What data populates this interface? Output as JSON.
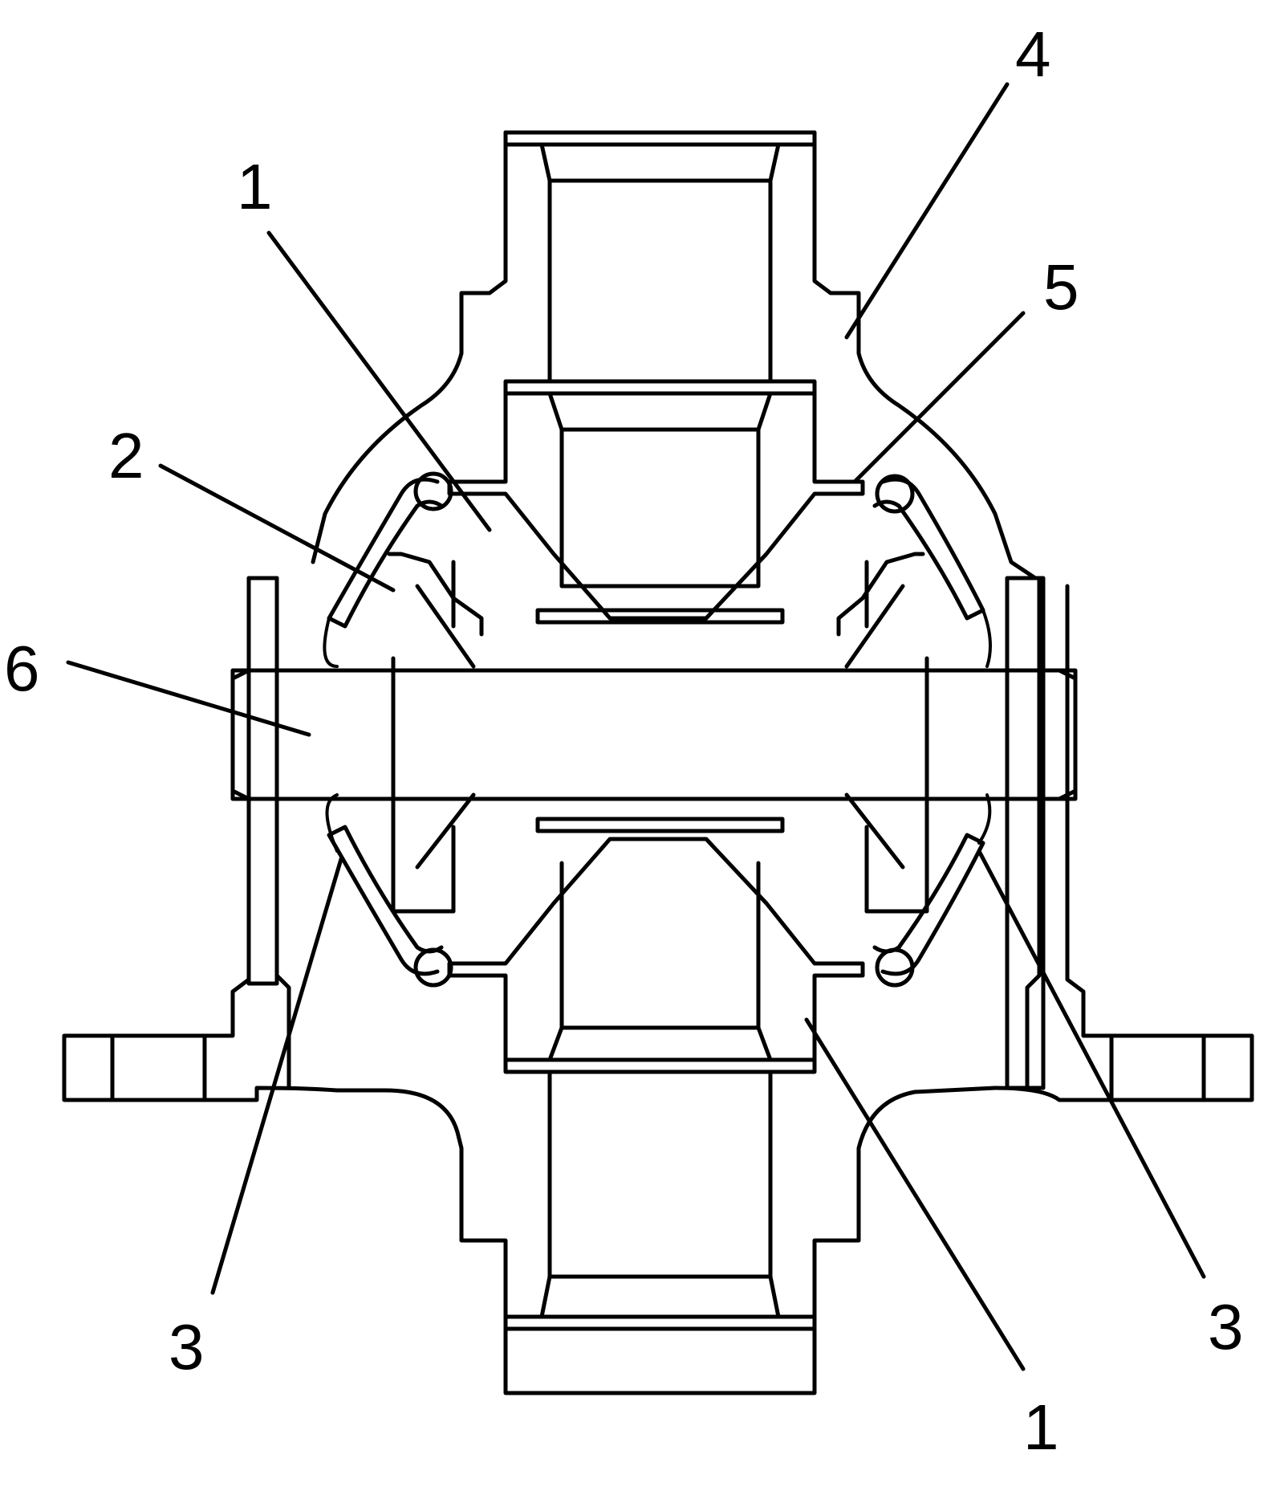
{
  "figure": {
    "callouts": {
      "c1_top": "1",
      "c1_bottom": "1",
      "c2": "2",
      "c3_left": "3",
      "c3_right": "3",
      "c4": "4",
      "c5": "5",
      "c6": "6"
    }
  }
}
